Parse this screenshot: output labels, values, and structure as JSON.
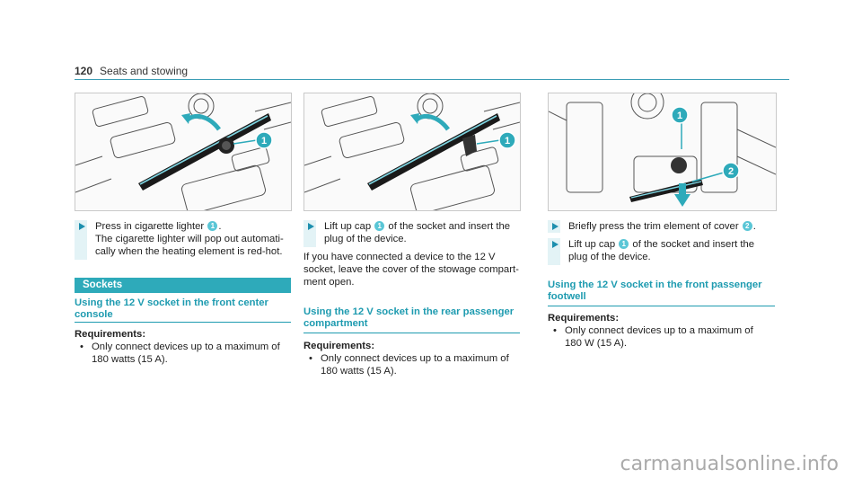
{
  "header": {
    "page_number": "120",
    "section": "Seats and stowing"
  },
  "figures": [
    {
      "callouts": [
        "1"
      ]
    },
    {
      "callouts": [
        "1"
      ]
    },
    {
      "callouts": [
        "1",
        "2"
      ]
    }
  ],
  "col1": {
    "step1_line1": "Press in cigarette lighter",
    "step1_badge": "1",
    "step1_line1_end": ".",
    "step1_line2": "The cigarette lighter will pop out automati-",
    "step1_line3": "cally when the heating element is red-hot.",
    "section_band": "Sockets",
    "heading_line1": "Using the 12 V socket in the front center",
    "heading_line2": "console",
    "req_label": "Requirements:",
    "bullet_line1": "Only connect devices up to a maximum of",
    "bullet_line2": "180 watts (15 A)."
  },
  "col2": {
    "step1_pre": "Lift up cap",
    "step1_badge": "1",
    "step1_post": "of the socket and insert the",
    "step1_line2": "plug of the device.",
    "para_line1": "If you have connected a device to the 12 V",
    "para_line2": "socket, leave the cover of the stowage compart-",
    "para_line3": "ment open.",
    "heading_line1": "Using the 12 V socket in the rear passenger",
    "heading_line2": "compartment",
    "req_label": "Requirements:",
    "bullet_line1": "Only connect devices up to a maximum of",
    "bullet_line2": "180 watts (15 A)."
  },
  "col3": {
    "step1_pre": "Briefly press the trim element of cover",
    "step1_badge": "2",
    "step1_post": ".",
    "step2_pre": "Lift up cap",
    "step2_badge": "1",
    "step2_post": "of the socket and insert the",
    "step2_line2": "plug of the device.",
    "heading_line1": "Using the 12 V socket in the front passenger",
    "heading_line2": "footwell",
    "req_label": "Requirements:",
    "bullet_line1": "Only connect devices up to a maximum of",
    "bullet_line2": "180 W (15 A)."
  },
  "bullet_glyph": "•",
  "footer": {
    "watermark": "carmanualsonline.info"
  },
  "colors": {
    "accent": "#2eaaba",
    "badge": "#5ac6d6",
    "arrow": "#1d8fae"
  }
}
